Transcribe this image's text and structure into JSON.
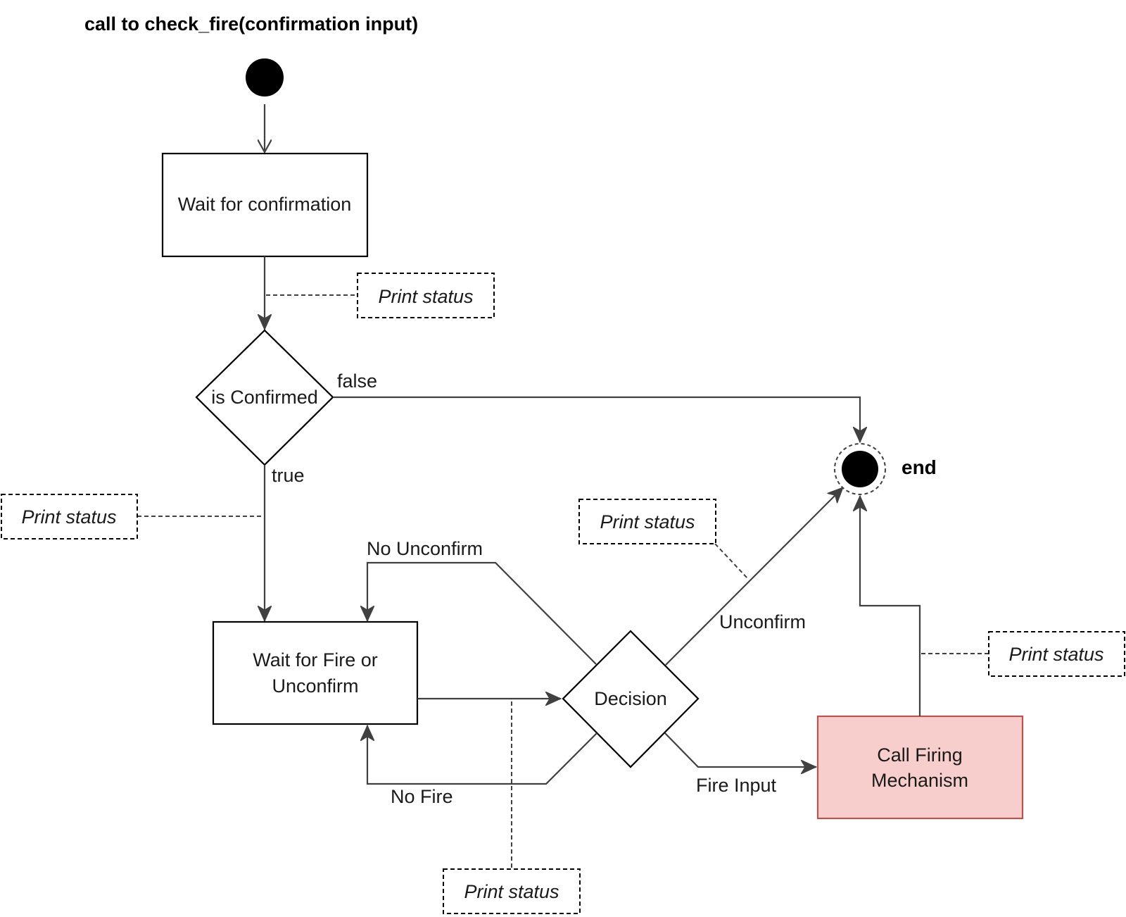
{
  "title": "call to check_fire(confirmation input)",
  "nodes": {
    "wait_confirmation": "Wait for confirmation",
    "is_confirmed": "is Confirmed",
    "wait_fire_line1": "Wait for Fire or",
    "wait_fire_line2": "Unconfirm",
    "decision": "Decision",
    "call_firing_line1": "Call Firing",
    "call_firing_line2": "Mechanism",
    "end": "end"
  },
  "edge_labels": {
    "false": "false",
    "true": "true",
    "no_unconfirm": "No Unconfirm",
    "unconfirm": "Unconfirm",
    "no_fire": "No Fire",
    "fire_input": "Fire Input"
  },
  "notes": {
    "print_status_1": "Print status",
    "print_status_2": "Print status",
    "print_status_3": "Print status",
    "print_status_4": "Print status",
    "print_status_5": "Print status"
  },
  "colors": {
    "call_firing_fill": "#f8cecc",
    "call_firing_stroke": "#b85450"
  }
}
